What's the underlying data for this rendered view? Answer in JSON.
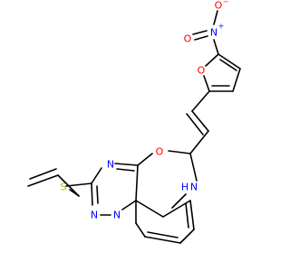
{
  "molecule": {
    "atoms": {
      "n_nitro": {
        "text": "N",
        "charge": "+",
        "color": "#0000ff"
      },
      "o_nitro_top": {
        "text": "O",
        "charge": "−",
        "color": "#ff0000"
      },
      "o_nitro_left": {
        "text": "O",
        "color": "#ff0000"
      },
      "o_furan": {
        "text": "O",
        "color": "#ff0000"
      },
      "o_ring": {
        "text": "O",
        "color": "#ff0000"
      },
      "s_allyl": {
        "text": "S",
        "color": "#b8b800"
      },
      "n_1": {
        "text": "N",
        "color": "#0000ff"
      },
      "n_2": {
        "text": "N",
        "color": "#0000ff"
      },
      "n_3": {
        "text": "N",
        "color": "#0000ff"
      },
      "nh": {
        "text": "N",
        "h": "H",
        "color": "#0000ff"
      }
    },
    "bond_color": "#000000"
  }
}
